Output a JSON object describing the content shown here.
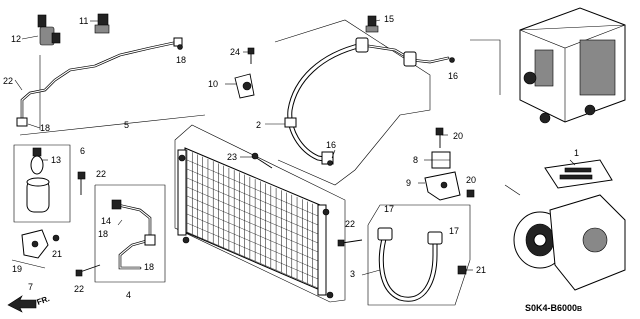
{
  "diagram": {
    "callouts": {
      "c1": "1",
      "c2": "2",
      "c3": "3",
      "c4": "4",
      "c5": "5",
      "c6": "6",
      "c7": "7",
      "c8": "8",
      "c9": "9",
      "c10": "10",
      "c11": "11",
      "c12": "12",
      "c13": "13",
      "c14": "14",
      "c15": "15",
      "c16a": "16",
      "c16b": "16",
      "c17a": "17",
      "c17b": "17",
      "c18a": "18",
      "c18b": "18",
      "c18c": "18",
      "c18d": "18",
      "c19": "19",
      "c20a": "20",
      "c20b": "20",
      "c21a": "21",
      "c21b": "21",
      "c22a": "22",
      "c22b": "22",
      "c22c": "22",
      "c22d": "22",
      "c23": "23",
      "c24": "24"
    },
    "diagram_code": "S0K4-B6000",
    "diagram_code_suffix": "B",
    "direction_label": "FR."
  }
}
